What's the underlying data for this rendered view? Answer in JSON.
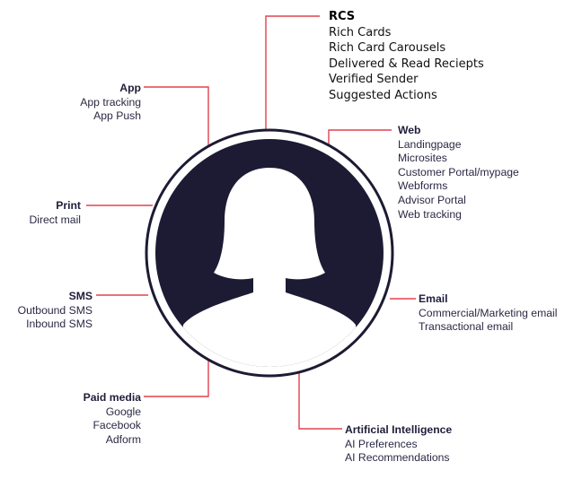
{
  "colors": {
    "connector": "#e2424f",
    "circle_fill": "#1c1b33",
    "circle_ring": "#1c1b33",
    "silhouette": "#ffffff",
    "text": "#2a2944"
  },
  "icons": {
    "center": "person-silhouette-icon"
  },
  "channels": {
    "rcs": {
      "title": "RCS",
      "items": [
        "Rich Cards",
        "Rich Card Carousels",
        "Delivered & Read Reciepts",
        "Verified Sender",
        "Suggested Actions"
      ]
    },
    "app": {
      "title": "App",
      "items": [
        "App tracking",
        "App Push"
      ]
    },
    "web": {
      "title": "Web",
      "items": [
        "Landingpage",
        "Microsites",
        "Customer Portal/mypage",
        "Webforms",
        "Advisor Portal",
        "Web tracking"
      ]
    },
    "print": {
      "title": "Print",
      "items": [
        "Direct mail"
      ]
    },
    "sms": {
      "title": "SMS",
      "items": [
        "Outbound SMS",
        "Inbound SMS"
      ]
    },
    "email": {
      "title": "Email",
      "items": [
        "Commercial/Marketing email",
        "Transactional email"
      ]
    },
    "paid_media": {
      "title": "Paid media",
      "items": [
        "Google",
        "Facebook",
        "Adform"
      ]
    },
    "ai": {
      "title": "Artificial Intelligence",
      "items": [
        "AI Preferences",
        "AI Recommendations"
      ]
    }
  }
}
